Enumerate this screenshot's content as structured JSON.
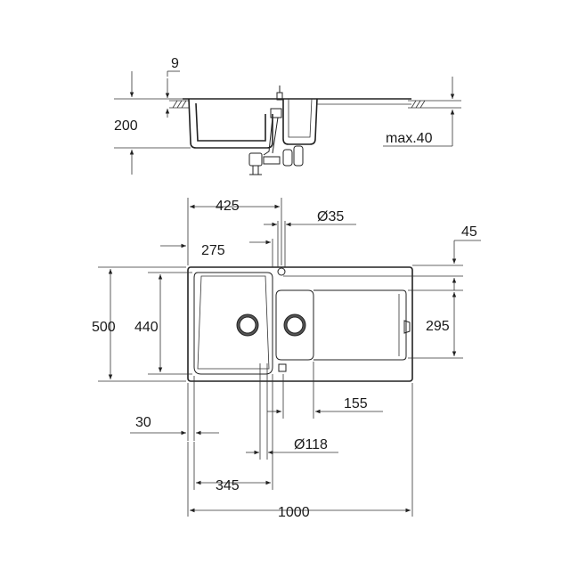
{
  "side_view": {
    "dim_top_thickness": "9",
    "dim_depth": "200",
    "dim_max_thickness": "max.40"
  },
  "top_view": {
    "dim_tap_offset": "425",
    "dim_tap_hole": "Ø35",
    "dim_right_edge": "45",
    "dim_small_bowl_offset": "275",
    "dim_total_depth": "500",
    "dim_bowl_depth": "440",
    "dim_drainer_depth": "295",
    "dim_drainer_offset": "155",
    "dim_left_margin": "30",
    "dim_waste_hole": "Ø118",
    "dim_bowl_width": "345",
    "dim_total_width": "1000"
  }
}
